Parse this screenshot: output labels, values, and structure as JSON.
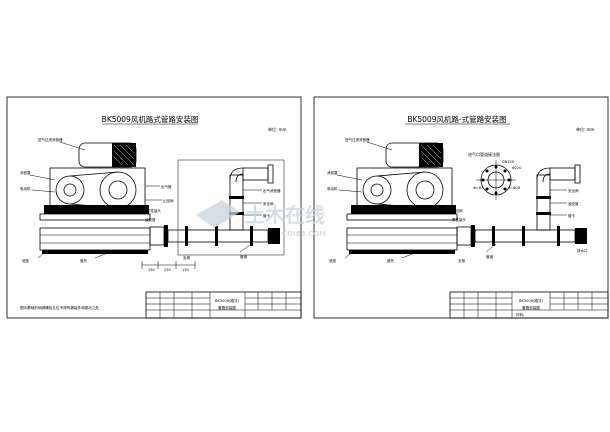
{
  "left_sheet": {
    "title": "BK5009风机路式管路安装图",
    "scale_note": "单位: mm",
    "labels": {
      "filter": "进气过滤消音器",
      "motor": "电动机",
      "check_valve": "止回阀",
      "flex_joint": "柔性接头",
      "bellows": "波纹管",
      "cover": "消音罩",
      "outlet_pipe": "出气管",
      "silencer_pipe": "出气消音器",
      "base": "底座",
      "support": "管托",
      "pipe": "管道",
      "anchor": "支墩",
      "valve": "安全阀",
      "pipe_clamp": "管卡"
    },
    "dims": [
      "190",
      "230",
      "130"
    ],
    "footer_note": "图中基础的地脚螺栓孔位不得有漏装件和振动之处",
    "title_block": {
      "model": "BK5009(路式)",
      "name": "管路安装图"
    }
  },
  "right_sheet": {
    "title": "BK5009风机路-式管路安装图",
    "scale_note": "单位: mm",
    "detail_title": "进气口管道接法图",
    "detail_labels": [
      "DN150",
      "Φ220",
      "Φ=8",
      "n=Φ18"
    ],
    "labels": {
      "filter": "进气过滤消音器",
      "motor": "电动机",
      "check_valve": "止回阀",
      "flex_joint": "柔性接头",
      "bellows": "波纹管",
      "cover": "消音罩",
      "base": "底座",
      "support": "管托",
      "pipe": "管道",
      "anchor": "支墩",
      "valve": "安全阀",
      "pipe_clamp": "管卡",
      "drain": "排水口"
    },
    "title_block": {
      "model": "BK5009(路式)",
      "name": "管路安装图",
      "material": "材料:"
    }
  },
  "watermark": {
    "text": "土木在线",
    "sub": "COI88.COM"
  }
}
